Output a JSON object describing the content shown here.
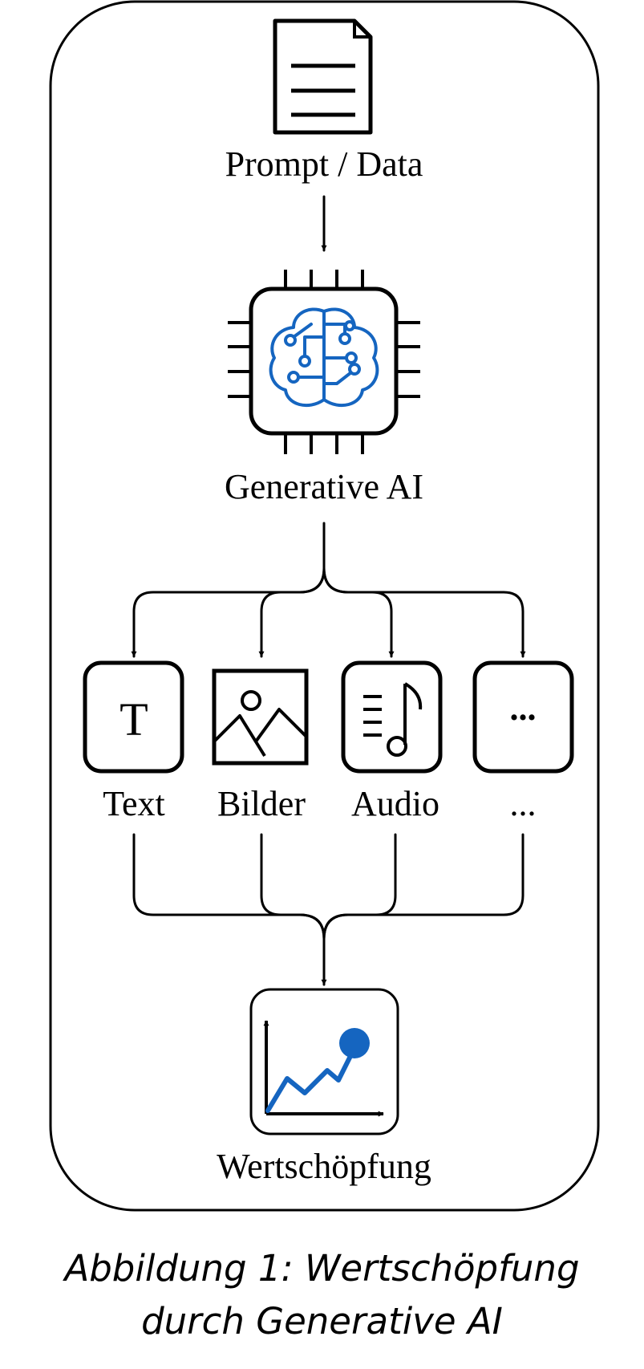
{
  "nodes": {
    "prompt": "Prompt / Data",
    "generative_ai": "Generative AI",
    "text": "Text",
    "bilder": "Bilder",
    "audio": "Audio",
    "more": "...",
    "wertschoepfung": "Wertschöpfung"
  },
  "icons": {
    "prompt": "document-icon",
    "generative_ai": "ai-chip-brain-icon",
    "text": "text-t-icon",
    "bilder": "image-icon",
    "audio": "music-note-icon",
    "more": "ellipsis-icon",
    "wertschoepfung": "growth-chart-icon"
  },
  "glyphs": {
    "text_icon": "T",
    "more_icon": "..."
  },
  "caption": {
    "line1": "Abbildung 1: Wertschöpfung",
    "line2": "durch Generative AI"
  },
  "colors": {
    "accent": "#1565c0",
    "stroke": "#000000"
  }
}
